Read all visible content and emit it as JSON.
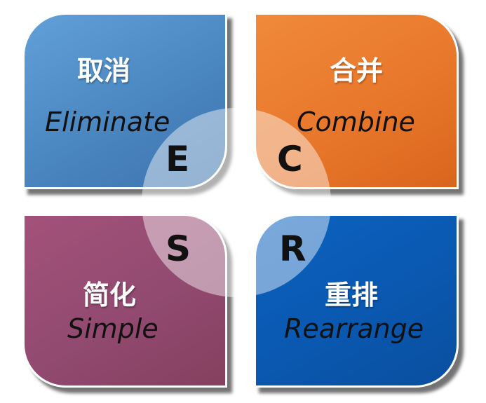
{
  "quadrants": {
    "eliminate": {
      "chinese": "取消",
      "english": "Eliminate",
      "letter": "E",
      "color": "#4a86c0"
    },
    "combine": {
      "chinese": "合并",
      "english": "Combine",
      "letter": "C",
      "color": "#e8772b"
    },
    "simplify": {
      "chinese": "简化",
      "english": "Simple",
      "letter": "S",
      "color": "#924a70"
    },
    "rearrange": {
      "chinese": "重排",
      "english": "Rearrange",
      "letter": "R",
      "color": "#0a58b0"
    }
  }
}
